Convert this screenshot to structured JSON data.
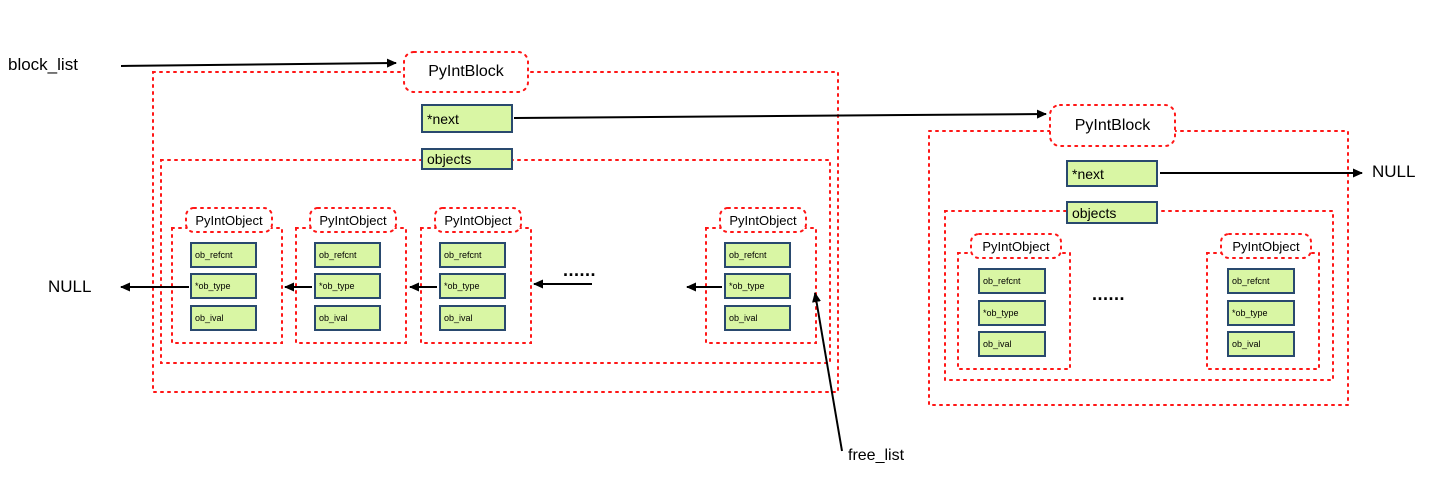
{
  "colors": {
    "box_fill": "#d9f6a4",
    "box_border": "#29496e",
    "dotted": "#ff1616",
    "ink": "#000000"
  },
  "labels": {
    "block_list": "block_list",
    "free_list": "free_list",
    "null_left": "NULL",
    "null_right": "NULL"
  },
  "block1": {
    "title": "PyIntBlock",
    "next_label": "*next",
    "objects_label": "objects",
    "ellipsis": "......",
    "objects": [
      {
        "title": "PyIntObject",
        "fields": [
          "ob_refcnt",
          "*ob_type",
          "ob_ival"
        ]
      },
      {
        "title": "PyIntObject",
        "fields": [
          "ob_refcnt",
          "*ob_type",
          "ob_ival"
        ]
      },
      {
        "title": "PyIntObject",
        "fields": [
          "ob_refcnt",
          "*ob_type",
          "ob_ival"
        ]
      },
      {
        "title": "PyIntObject",
        "fields": [
          "ob_refcnt",
          "*ob_type",
          "ob_ival"
        ]
      }
    ]
  },
  "block2": {
    "title": "PyIntBlock",
    "next_label": "*next",
    "objects_label": "objects",
    "ellipsis": "......",
    "objects": [
      {
        "title": "PyIntObject",
        "fields": [
          "ob_refcnt",
          "*ob_type",
          "ob_ival"
        ]
      },
      {
        "title": "PyIntObject",
        "fields": [
          "ob_refcnt",
          "*ob_type",
          "ob_ival"
        ]
      }
    ]
  }
}
